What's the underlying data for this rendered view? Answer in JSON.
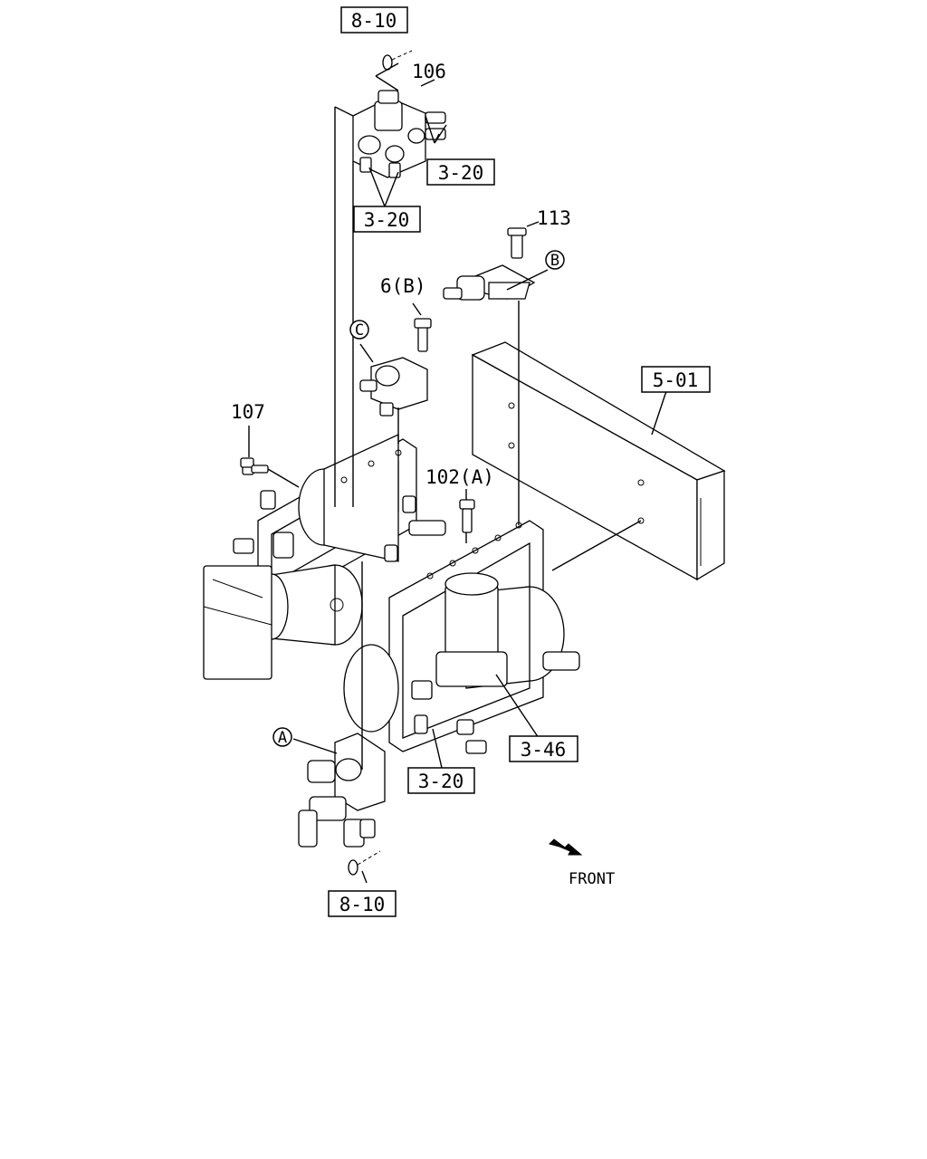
{
  "refs": {
    "r810_top": "8-10",
    "r320_a": "3-20",
    "r320_b": "3-20",
    "r501": "5-01",
    "r346": "3-46",
    "r320_c": "3-20",
    "r810_bottom": "8-10"
  },
  "parts": {
    "p106": "106",
    "p113": "113",
    "p6b": "6(B)",
    "p107": "107",
    "p102a": "102(A)"
  },
  "markers": {
    "a": "A",
    "b": "B",
    "c": "C"
  },
  "front_label": "FRONT"
}
